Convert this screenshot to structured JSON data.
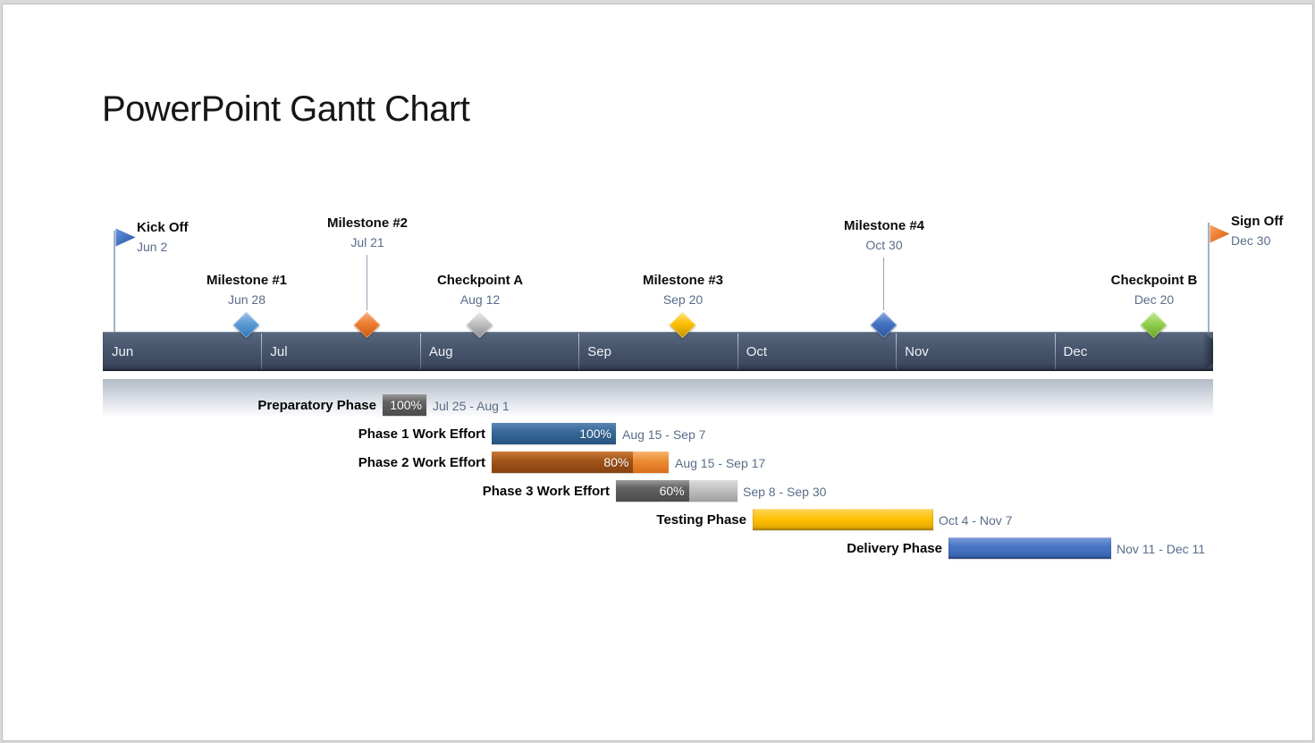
{
  "slide": {
    "title": "PowerPoint Gantt Chart"
  },
  "timeline": {
    "months": [
      "Jun",
      "Jul",
      "Aug",
      "Sep",
      "Oct",
      "Nov",
      "Dec"
    ],
    "bar_color": "#44546A"
  },
  "milestones": [
    {
      "label": "Kick Off",
      "date": "Jun 2",
      "marker": "flag-icon",
      "color": "#4472C4"
    },
    {
      "label": "Milestone #1",
      "date": "Jun 28",
      "marker": "diamond-icon",
      "color": "#5B9BD5"
    },
    {
      "label": "Milestone #2",
      "date": "Jul 21",
      "marker": "diamond-icon",
      "color": "#ED7D31"
    },
    {
      "label": "Checkpoint A",
      "date": "Aug 12",
      "marker": "diamond-icon",
      "color": "#BFBFBF"
    },
    {
      "label": "Milestone #3",
      "date": "Sep 20",
      "marker": "diamond-icon",
      "color": "#FFC000"
    },
    {
      "label": "Milestone #4",
      "date": "Oct 30",
      "marker": "diamond-icon",
      "color": "#4472C4"
    },
    {
      "label": "Checkpoint B",
      "date": "Dec 20",
      "marker": "diamond-icon",
      "color": "#92D050"
    },
    {
      "label": "Sign Off",
      "date": "Dec 30",
      "marker": "flag-icon",
      "color": "#ED7D31"
    }
  ],
  "tasks": [
    {
      "label": "Preparatory Phase",
      "percent": "100%",
      "dates": "Jul 25 - Aug 1",
      "color": "#636363"
    },
    {
      "label": "Phase 1 Work Effort",
      "percent": "100%",
      "dates": "Aug 15 - Sep 7",
      "color": "#31618F"
    },
    {
      "label": "Phase 2 Work Effort",
      "percent": "80%",
      "dates": "Aug 15 - Sep 17",
      "color": "#A05318"
    },
    {
      "label": "Phase 3 Work Effort",
      "percent": "60%",
      "dates": "Sep 8 - Sep 30",
      "color": "#595959"
    },
    {
      "label": "Testing Phase",
      "percent": "",
      "dates": "Oct 4 - Nov 7",
      "color": "#FFC000"
    },
    {
      "label": "Delivery Phase",
      "percent": "",
      "dates": "Nov 11 - Dec 11",
      "color": "#4472C4"
    }
  ],
  "chart_data": {
    "type": "bar",
    "subtype": "gantt_timeline",
    "title": "PowerPoint Gantt Chart",
    "x_axis": {
      "unit": "months",
      "ticks": [
        "Jun",
        "Jul",
        "Aug",
        "Sep",
        "Oct",
        "Nov",
        "Dec"
      ],
      "range": [
        "Jun 1",
        "Dec 31"
      ]
    },
    "legend": "none",
    "milestones": [
      {
        "name": "Kick Off",
        "date": "Jun 2",
        "marker": "flag",
        "color": "#4472C4"
      },
      {
        "name": "Milestone #1",
        "date": "Jun 28",
        "marker": "diamond",
        "color": "#5B9BD5"
      },
      {
        "name": "Milestone #2",
        "date": "Jul 21",
        "marker": "diamond",
        "color": "#ED7D31"
      },
      {
        "name": "Checkpoint A",
        "date": "Aug 12",
        "marker": "diamond",
        "color": "#BFBFBF"
      },
      {
        "name": "Milestone #3",
        "date": "Sep 20",
        "marker": "diamond",
        "color": "#FFC000"
      },
      {
        "name": "Milestone #4",
        "date": "Oct 30",
        "marker": "diamond",
        "color": "#4472C4"
      },
      {
        "name": "Checkpoint B",
        "date": "Dec 20",
        "marker": "diamond",
        "color": "#92D050"
      },
      {
        "name": "Sign Off",
        "date": "Dec 30",
        "marker": "flag",
        "color": "#ED7D31"
      }
    ],
    "tasks": [
      {
        "name": "Preparatory Phase",
        "start": "Jul 25",
        "end": "Aug 1",
        "percent_complete": 100,
        "color": "#636363"
      },
      {
        "name": "Phase 1 Work Effort",
        "start": "Aug 15",
        "end": "Sep 7",
        "percent_complete": 100,
        "color": "#31618F"
      },
      {
        "name": "Phase 2 Work Effort",
        "start": "Aug 15",
        "end": "Sep 17",
        "percent_complete": 80,
        "color": "#A05318"
      },
      {
        "name": "Phase 3 Work Effort",
        "start": "Sep 8",
        "end": "Sep 30",
        "percent_complete": 60,
        "color": "#595959"
      },
      {
        "name": "Testing Phase",
        "start": "Oct 4",
        "end": "Nov 7",
        "percent_complete": null,
        "color": "#FFC000"
      },
      {
        "name": "Delivery Phase",
        "start": "Nov 11",
        "end": "Dec 11",
        "percent_complete": null,
        "color": "#4472C4"
      }
    ]
  }
}
